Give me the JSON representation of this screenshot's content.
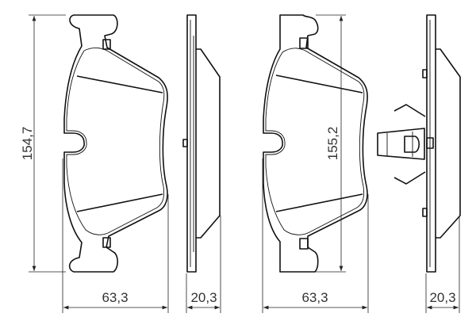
{
  "drawing": {
    "left_pad": {
      "height_label": "154,7",
      "width_label": "63,3",
      "thickness_label": "20,3"
    },
    "right_pad": {
      "height_label": "155,2",
      "width_label": "63,3",
      "thickness_label": "20,3"
    },
    "line_color": "#111111"
  }
}
